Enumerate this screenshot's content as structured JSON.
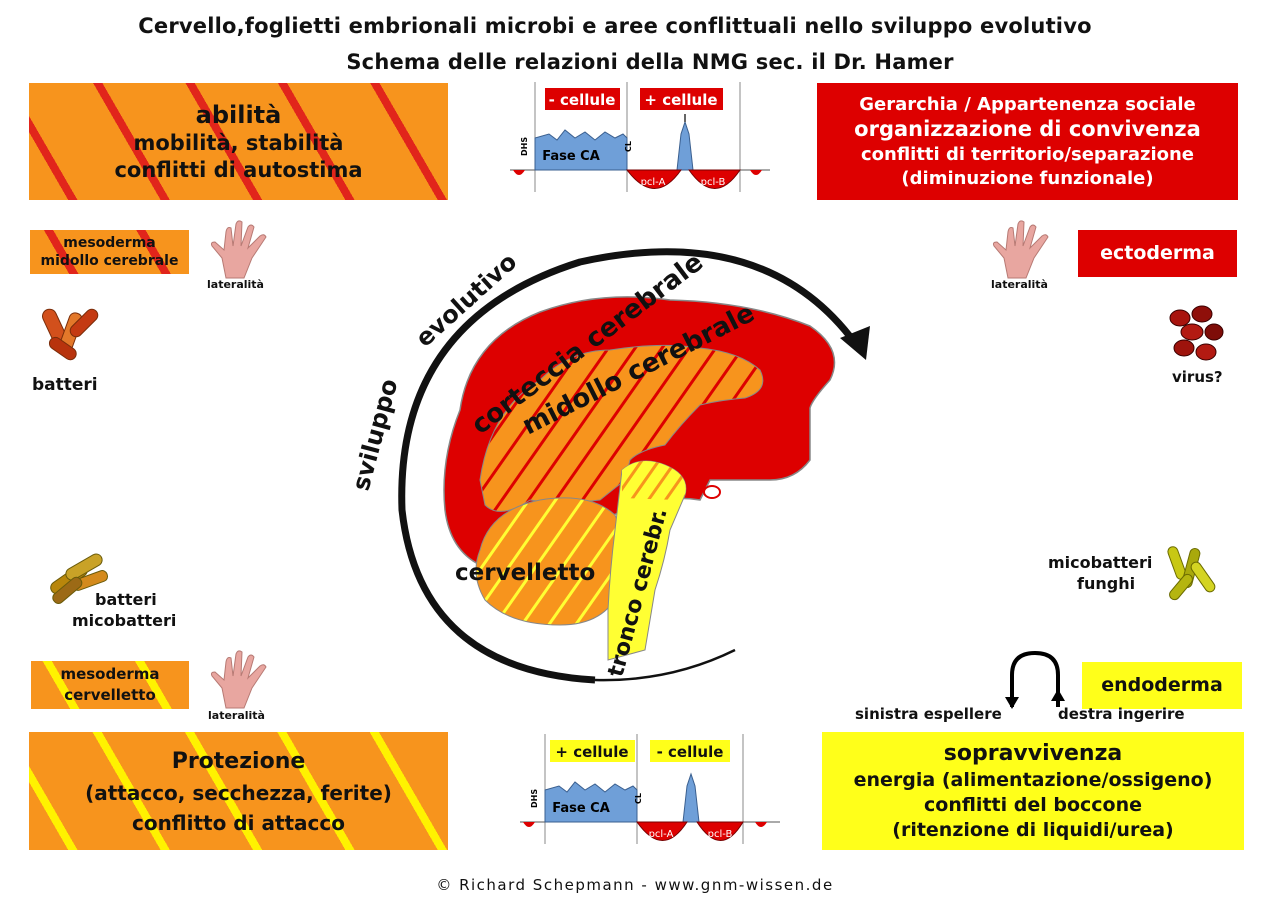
{
  "header": {
    "title_line1": "Cervello,foglietti embrionali  microbi e aree conflittuali nello sviluppo evolutivo",
    "title_line2": "Schema delle relazioni della NMG sec. il Dr. Hamer"
  },
  "top_left_box": {
    "line1": "abilità",
    "line2": "mobilità, stabilità",
    "line3": "conflitti di autostima"
  },
  "top_right_box": {
    "line1": "Gerarchia / Appartenenza sociale",
    "line2": "organizzazione di convivenza",
    "line3": "conflitti di territorio/separazione",
    "line4": "(diminuzione funzionale)"
  },
  "bottom_left_box": {
    "line1": "Protezione",
    "line2": "(attacco, secchezza, ferite)",
    "line3": "conflitto di attacco"
  },
  "bottom_right_box": {
    "line1": "sopravvivenza",
    "line2": "energia (alimentazione/ossigeno)",
    "line3": "conflitti del boccone",
    "line4": "(ritenzione di liquidi/urea)"
  },
  "left_upper": {
    "germ_layer_line1": "mesoderma",
    "germ_layer_line2": "midollo cerebrale",
    "laterality": "lateralità",
    "microbe": "batteri"
  },
  "left_lower": {
    "germ_layer_line1": "mesoderma",
    "germ_layer_line2": "cervelletto",
    "laterality": "lateralità",
    "microbe_line1": "batteri",
    "microbe_line2": "micobatteri"
  },
  "right_upper": {
    "germ_layer": "ectoderma",
    "laterality": "lateralità",
    "microbe": "virus?"
  },
  "right_lower": {
    "germ_layer": "endoderma",
    "microbe_line1": "micobatteri",
    "microbe_line2": "funghi",
    "left_label": "sinistra espellere",
    "right_label": "destra ingerire"
  },
  "brain": {
    "cortex": "corteccia cerebrale",
    "medulla": "midollo cerebrale",
    "cerebellum": "cervelletto",
    "brainstem": "tronco cerebr.",
    "arrow_word1": "sviluppo",
    "arrow_word2": "evolutivo"
  },
  "phase_diagram_top": {
    "label_left": "- cellule",
    "label_right": "+ cellule",
    "phase": "Fase CA",
    "pcl_a": "pcl-A",
    "pcl_b": "pcl-B",
    "dhs": "DHS",
    "cl": "CL"
  },
  "phase_diagram_bottom": {
    "label_left": "+ cellule",
    "label_right": "- cellule",
    "phase": "Fase CA",
    "pcl_a": "pcl-A",
    "pcl_b": "pcl-B",
    "dhs": "DHS",
    "cl": "CL"
  },
  "footer": {
    "copyright": "© Richard Schepmann - www.gnm-wissen.de"
  },
  "colors": {
    "cortex_red": "#dd0000",
    "medulla_orange": "#f7941d",
    "brainstem_yellow": "#ffff33",
    "phase_blue": "#6f9fd8",
    "skin": "#e8a6a0"
  }
}
